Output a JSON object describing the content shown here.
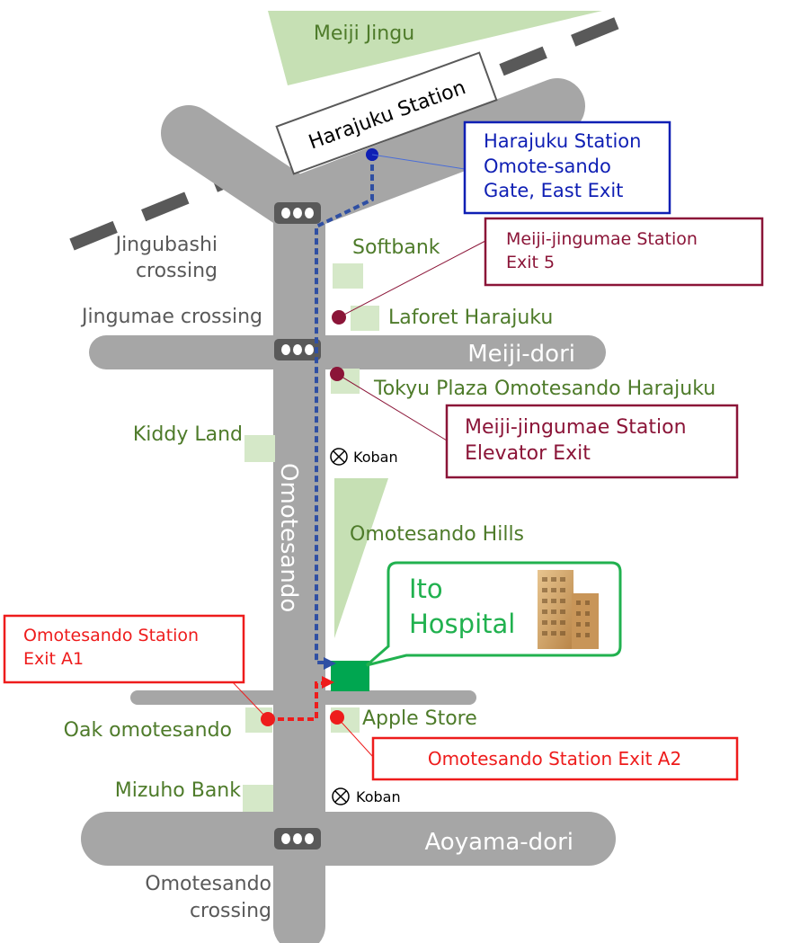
{
  "colors": {
    "road": "#a6a6a6",
    "park": "#c6e0b4",
    "building": "#d5e8c8",
    "green_text": "#4e7b2a",
    "gray_text": "#595959",
    "jr_blue": "#0f1fb4",
    "metro_maroon": "#8b1538",
    "omotesando_red": "#ee1c1c",
    "hospital_green": "#21b14f",
    "railway": "#595959"
  },
  "map": {
    "park_label": "Meiji Jingu",
    "station_label": "Harajuku Station",
    "crossings": {
      "jingubashi": [
        "Jingubashi",
        "crossing"
      ],
      "jingumae": "Jingumae crossing",
      "omotesando": [
        "Omotesando",
        "crossing"
      ]
    },
    "roads": {
      "meiji_dori": "Meiji-dori",
      "omotesando": "Omotesando",
      "aoyama_dori": "Aoyama-dori"
    },
    "landmarks": {
      "softbank": "Softbank",
      "laforet": "Laforet Harajuku",
      "tokyu_plaza": "Tokyu Plaza Omotesando Harajuku",
      "kiddy_land": "Kiddy Land",
      "omotesando_hills": "Omotesando Hills",
      "oak": "Oak omotesando",
      "apple": "Apple Store",
      "mizuho": "Mizuho Bank"
    },
    "koban_label": "Koban",
    "hospital": {
      "name_line1": "Ito",
      "name_line2": "Hospital"
    },
    "exits": {
      "jr_east": [
        "Harajuku Station",
        "Omote-sando",
        "Gate, East Exit"
      ],
      "meiji_exit5": [
        "Meiji-jingumae Station",
        "Exit 5"
      ],
      "meiji_elevator": [
        "Meiji-jingumae Station",
        "Elevator Exit"
      ],
      "omotesando_a1": [
        "Omotesando Station",
        "Exit A1"
      ],
      "omotesando_a2": "Omotesando Station Exit A2"
    }
  }
}
